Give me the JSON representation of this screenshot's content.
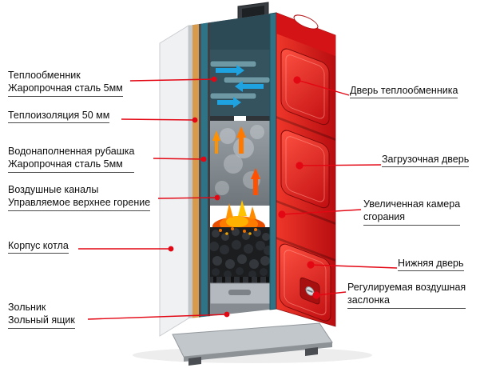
{
  "colors": {
    "leader_red": "#e30613",
    "boiler_red": "#d8151a",
    "water_jacket_teal": "#2f7386",
    "insulation_tan": "#d89a4c",
    "casing_gray": "#f0f1f3"
  },
  "labels_left": [
    {
      "line1": "Теплообменник",
      "line2": "Жаропрочная сталь 5мм"
    },
    {
      "line1": "Теплоизоляция 50 мм"
    },
    {
      "line1": "Водонаполненная рубашка",
      "line2": "Жаропрочная сталь 5мм"
    },
    {
      "line1": "Воздушные каналы",
      "line2": "Управляемое верхнее горение"
    },
    {
      "line1": "Корпус котла"
    },
    {
      "line1": "Зольник",
      "line2": "Зольный ящик"
    }
  ],
  "labels_right": [
    {
      "line1": "Дверь теплообменника"
    },
    {
      "line1": "Загрузочная дверь"
    },
    {
      "line1": "Увеличенная камера",
      "line2": "сгорания"
    },
    {
      "line1": "Нижняя дверь"
    },
    {
      "line1": "Регулируемая воздушная",
      "line2": "заслонка"
    }
  ]
}
